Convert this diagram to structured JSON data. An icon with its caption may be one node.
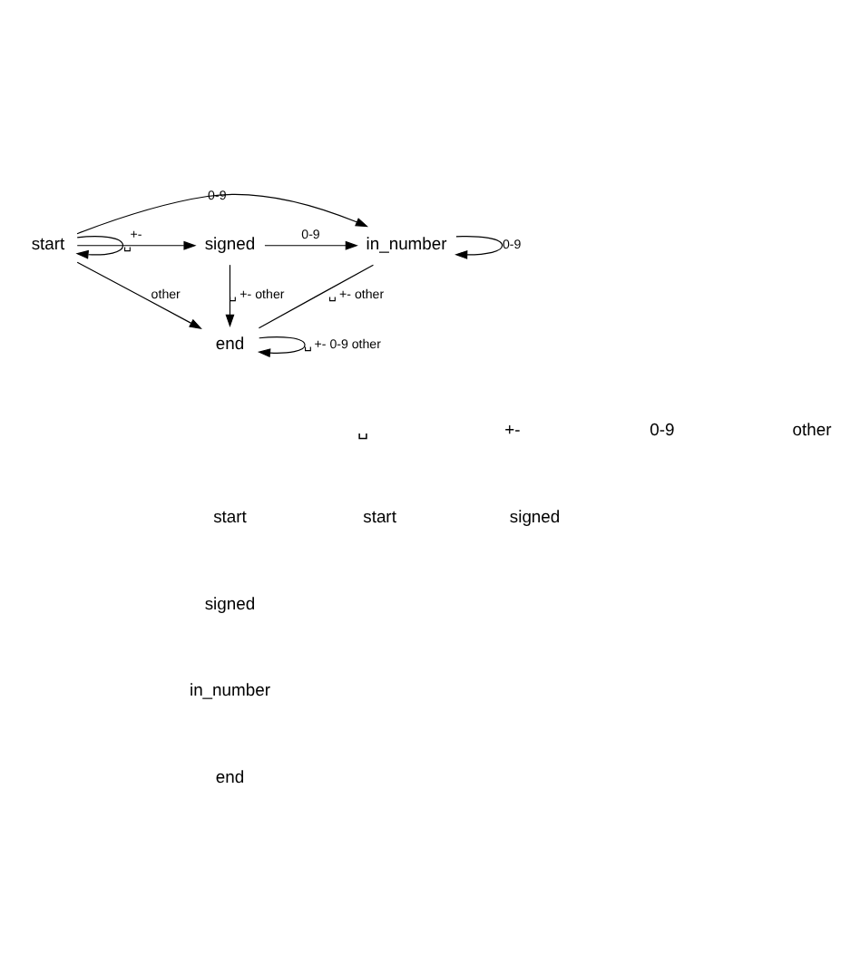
{
  "diagram": {
    "nodes": [
      {
        "text": [
          "start"
        ]
      },
      {
        "text": [
          "signed"
        ]
      },
      {
        "text": [
          "in_number"
        ]
      },
      {
        "text": [
          "end"
        ]
      }
    ],
    "edges": [
      {
        "from": 0,
        "to": 0,
        "arrow": "to",
        "label": "␣"
      },
      {
        "from": 0,
        "to": 1,
        "arrow": "to",
        "label": "+-"
      },
      {
        "from": 0,
        "to": 2,
        "arrow": "to",
        "label": "0-9"
      },
      {
        "from": 1,
        "to": 2,
        "arrow": "to",
        "label": "0-9"
      },
      {
        "from": 2,
        "to": 2,
        "arrow": "to",
        "label": "0-9"
      },
      {
        "from": 0,
        "to": 3,
        "arrow": "to",
        "label": "other"
      },
      {
        "from": 1,
        "to": 3,
        "arrow": "to",
        "label": "␣ +- other"
      },
      {
        "from": 2,
        "to": 3,
        "arrow": "none",
        "label": "␣ +- other"
      },
      {
        "from": 3,
        "to": 3,
        "arrow": "to",
        "label": "␣ +- 0-9 other"
      }
    ],
    "labels": [
      "␣",
      "+-",
      "0-9",
      "other",
      "start",
      "start",
      "signed",
      "signed",
      "in_number",
      "end"
    ]
  }
}
